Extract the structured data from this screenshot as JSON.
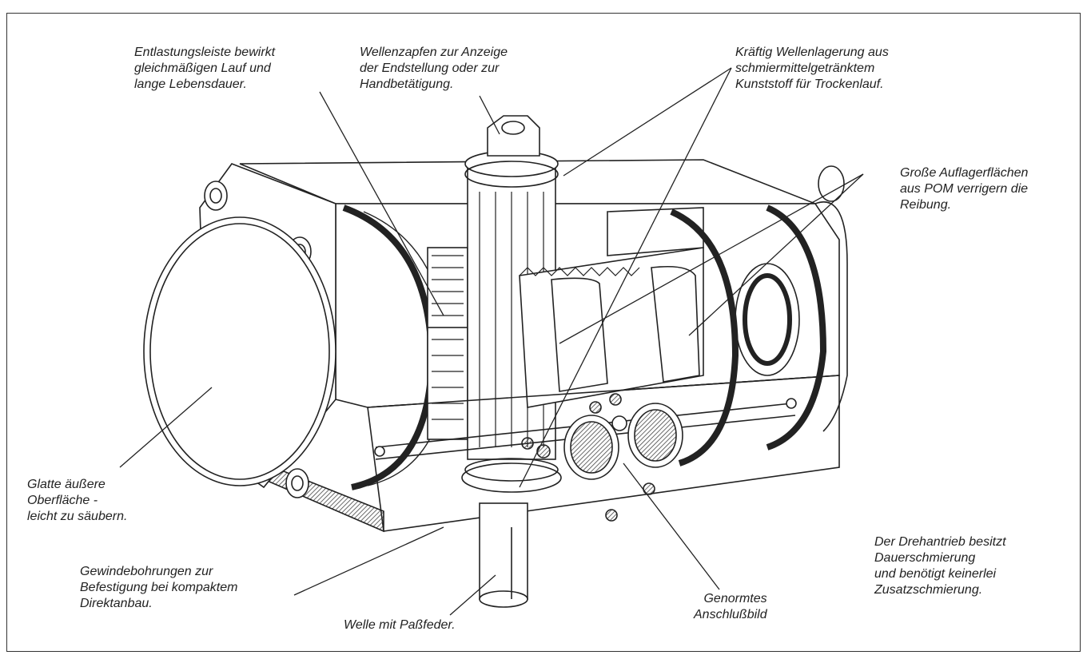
{
  "labels": {
    "entlastung": [
      "Entlastungsleiste bewirkt",
      "gleichmäßigen Lauf und",
      "lange Lebensdauer."
    ],
    "wellenzapfen": [
      "Wellenzapfen zur Anzeige",
      "der Endstellung oder zur",
      "Handbetätigung."
    ],
    "wellenlagerung": [
      "Kräftig Wellenlagerung aus",
      "schmiermittelgetränktem",
      "Kunststoff für Trockenlauf."
    ],
    "auflager": [
      "Große Auflagerflächen",
      "aus POM verrigern die",
      "Reibung."
    ],
    "glatte": [
      "Glatte äußere",
      "Oberfläche -",
      "leicht zu säubern."
    ],
    "gewinde": [
      "Gewindebohrungen zur",
      "Befestigung bei kompaktem",
      "Direktanbau."
    ],
    "welle": [
      "Welle mit Paßfeder."
    ],
    "anschluss": [
      "Genormtes",
      "Anschlußbild"
    ],
    "schmierung": [
      "Der Drehantrieb besitzt",
      "Dauerschmierung",
      "und benötigt keinerlei",
      "Zusatzschmierung."
    ]
  },
  "colors": {
    "line": "#222222",
    "paper": "#ffffff",
    "hatch": "#555555"
  }
}
